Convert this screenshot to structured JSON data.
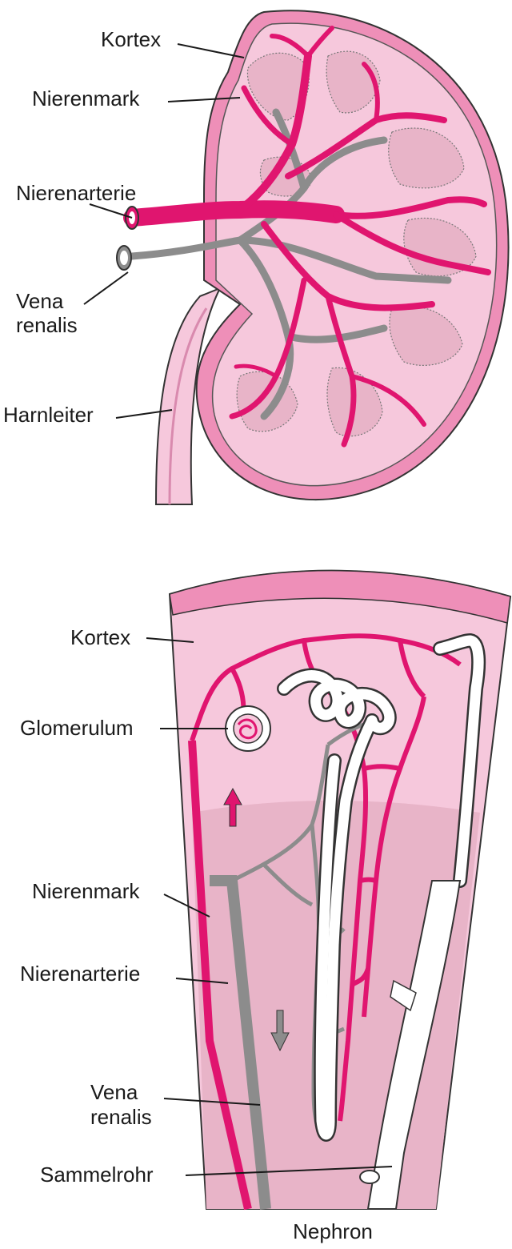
{
  "kidney": {
    "labels": {
      "cortex": "Kortex",
      "medulla": "Nierenmark",
      "artery": "Nierenarterie",
      "vein_line1": "Vena",
      "vein_line2": "renalis",
      "ureter": "Harnleiter"
    }
  },
  "nephron": {
    "labels": {
      "cortex": "Kortex",
      "glomerulum": "Glomerulum",
      "medulla": "Nierenmark",
      "artery": "Nierenarterie",
      "vein_line1": "Vena",
      "vein_line2": "renalis",
      "collecting_duct": "Sammelrohr"
    },
    "caption": "Nephron"
  },
  "colors": {
    "artery": "#e0156f",
    "vein": "#8c8c8c",
    "tissue": "#f6c8dc",
    "medulla": "#e8b4c8",
    "capsule": "#ee8fb8",
    "tubule": "#ffffff"
  },
  "icons": {
    "up_arrow": "arrow-up-icon",
    "down_arrow": "arrow-down-icon"
  }
}
